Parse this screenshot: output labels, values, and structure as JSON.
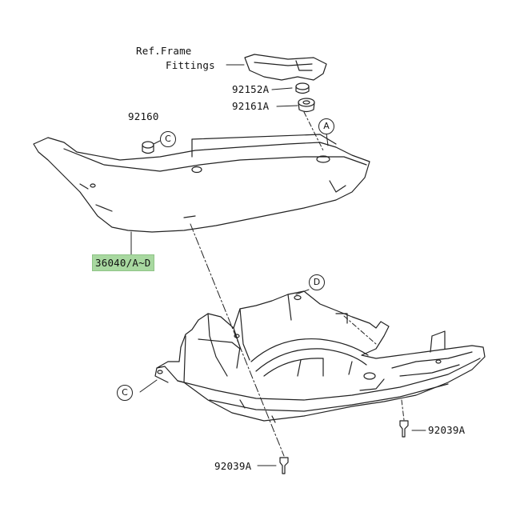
{
  "labels": {
    "ref_frame_line1": "Ref.Frame",
    "ref_frame_line2": "Fittings",
    "part_92152A": "92152A",
    "part_92161A": "92161A",
    "part_92160": "92160",
    "part_36040": "36040/A~D",
    "part_92039A_right": "92039A",
    "part_92039A_bottom": "92039A"
  },
  "callouts": {
    "c_top": "C",
    "a_right": "A",
    "d_mid": "D",
    "c_left": "C"
  },
  "colors": {
    "highlight": "#a8d8a0",
    "line": "#222222"
  }
}
